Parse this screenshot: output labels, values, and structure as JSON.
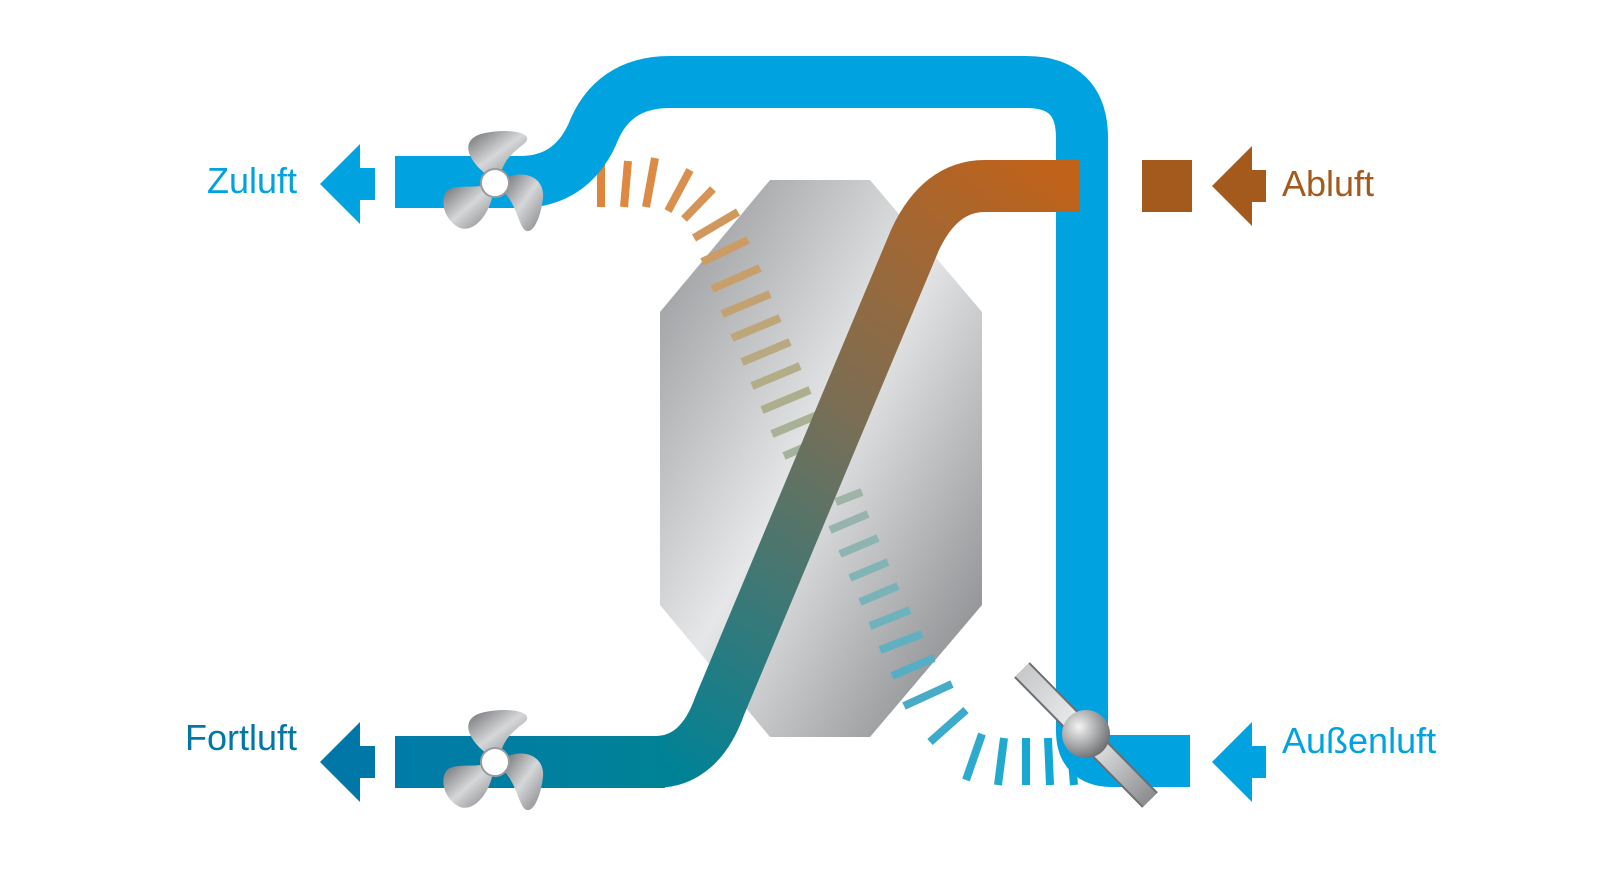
{
  "labels": {
    "supply_air": "Zuluft",
    "exhaust_air": "Fortluft",
    "extract_air": "Abluft",
    "outdoor_air": "Außenluft"
  },
  "colors": {
    "supply_blue": "#00A3E0",
    "exhaust_blue": "#0077A6",
    "extract_brown": "#A35A1C",
    "outdoor_blue": "#00A3E0",
    "exchanger_gray": "#A7A9AC",
    "exhaust_teal": "#008296"
  },
  "icons": {
    "fan_top": "fan-icon",
    "fan_bottom": "fan-icon",
    "damper": "damper-valve-icon",
    "exchanger": "heat-exchanger-icon"
  }
}
